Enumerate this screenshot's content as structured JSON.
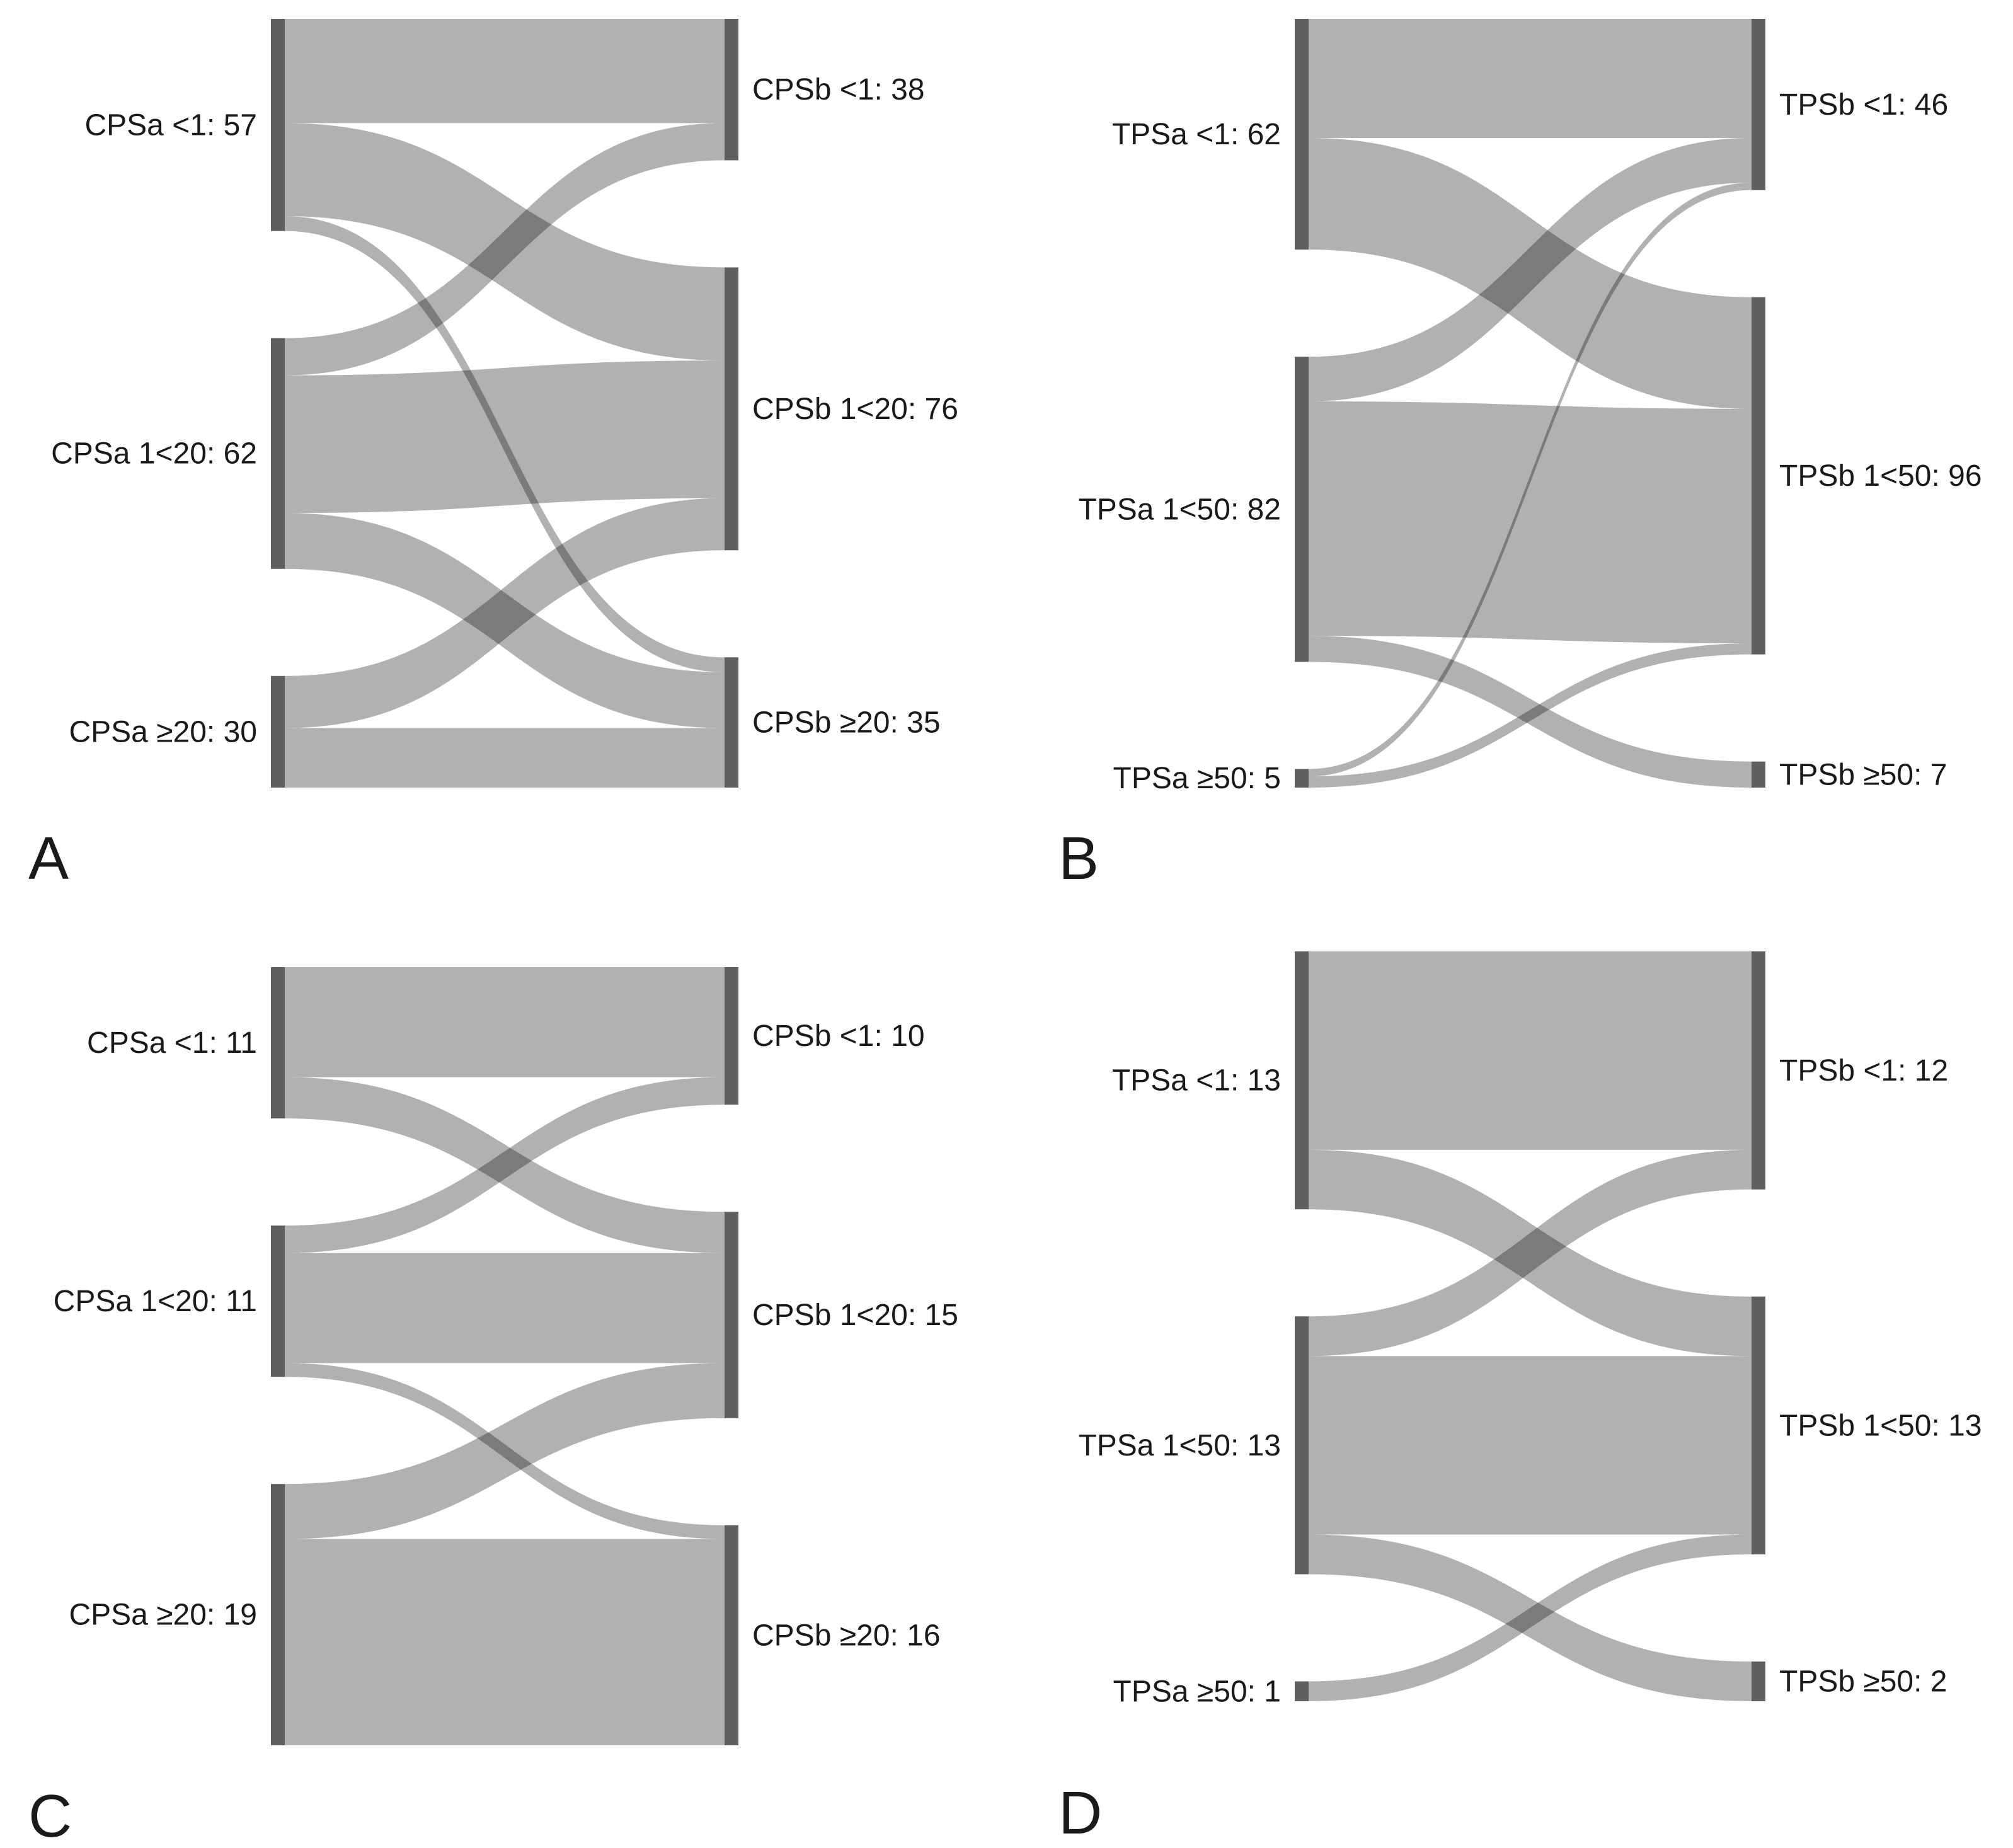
{
  "colors": {
    "flow": "#a9a9a9",
    "node": "#5f5f5f",
    "text": "#1a1a1a"
  },
  "panels": [
    {
      "letter": "A",
      "left_nodes": [
        {
          "label": "CPSa <1: 57",
          "value": 57
        },
        {
          "label": "CPSa 1<20: 62",
          "value": 62
        },
        {
          "label": "CPSa ≥20: 30",
          "value": 30
        }
      ],
      "right_nodes": [
        {
          "label": "CPSb <1: 38",
          "value": 38
        },
        {
          "label": "CPSb 1<20: 76",
          "value": 76
        },
        {
          "label": "CPSb ≥20: 35",
          "value": 35
        }
      ],
      "flows": [
        {
          "from": 0,
          "to": 0,
          "value": 28
        },
        {
          "from": 0,
          "to": 1,
          "value": 25
        },
        {
          "from": 0,
          "to": 2,
          "value": 4
        },
        {
          "from": 1,
          "to": 0,
          "value": 10
        },
        {
          "from": 1,
          "to": 1,
          "value": 37
        },
        {
          "from": 1,
          "to": 2,
          "value": 15
        },
        {
          "from": 2,
          "to": 1,
          "value": 14
        },
        {
          "from": 2,
          "to": 2,
          "value": 16
        }
      ]
    },
    {
      "letter": "B",
      "left_nodes": [
        {
          "label": "TPSa <1: 62",
          "value": 62
        },
        {
          "label": "TPSa 1<50: 82",
          "value": 82
        },
        {
          "label": "TPSa ≥50: 5",
          "value": 5
        }
      ],
      "right_nodes": [
        {
          "label": "TPSb <1: 46",
          "value": 46
        },
        {
          "label": "TPSb 1<50: 96",
          "value": 96
        },
        {
          "label": "TPSb ≥50: 7",
          "value": 7
        }
      ],
      "flows": [
        {
          "from": 0,
          "to": 0,
          "value": 32
        },
        {
          "from": 0,
          "to": 1,
          "value": 30
        },
        {
          "from": 1,
          "to": 0,
          "value": 12
        },
        {
          "from": 1,
          "to": 1,
          "value": 63
        },
        {
          "from": 1,
          "to": 2,
          "value": 7
        },
        {
          "from": 2,
          "to": 0,
          "value": 2
        },
        {
          "from": 2,
          "to": 1,
          "value": 3
        }
      ]
    },
    {
      "letter": "C",
      "left_nodes": [
        {
          "label": "CPSa <1: 11",
          "value": 11
        },
        {
          "label": "CPSa 1<20: 11",
          "value": 11
        },
        {
          "label": "CPSa ≥20: 19",
          "value": 19
        }
      ],
      "right_nodes": [
        {
          "label": "CPSb <1: 10",
          "value": 10
        },
        {
          "label": "CPSb 1<20: 15",
          "value": 15
        },
        {
          "label": "CPSb ≥20: 16",
          "value": 16
        }
      ],
      "flows": [
        {
          "from": 0,
          "to": 0,
          "value": 8
        },
        {
          "from": 0,
          "to": 1,
          "value": 3
        },
        {
          "from": 1,
          "to": 0,
          "value": 2
        },
        {
          "from": 1,
          "to": 1,
          "value": 8
        },
        {
          "from": 1,
          "to": 2,
          "value": 1
        },
        {
          "from": 2,
          "to": 1,
          "value": 4
        },
        {
          "from": 2,
          "to": 2,
          "value": 15
        }
      ]
    },
    {
      "letter": "D",
      "left_nodes": [
        {
          "label": "TPSa <1: 13",
          "value": 13
        },
        {
          "label": "TPSa 1<50: 13",
          "value": 13
        },
        {
          "label": "TPSa ≥50: 1",
          "value": 1
        }
      ],
      "right_nodes": [
        {
          "label": "TPSb <1: 12",
          "value": 12
        },
        {
          "label": "TPSb 1<50: 13",
          "value": 13
        },
        {
          "label": "TPSb ≥50: 2",
          "value": 2
        }
      ],
      "flows": [
        {
          "from": 0,
          "to": 0,
          "value": 10
        },
        {
          "from": 0,
          "to": 1,
          "value": 3
        },
        {
          "from": 1,
          "to": 0,
          "value": 2
        },
        {
          "from": 1,
          "to": 1,
          "value": 9
        },
        {
          "from": 1,
          "to": 2,
          "value": 2
        },
        {
          "from": 2,
          "to": 1,
          "value": 1
        }
      ]
    }
  ]
}
